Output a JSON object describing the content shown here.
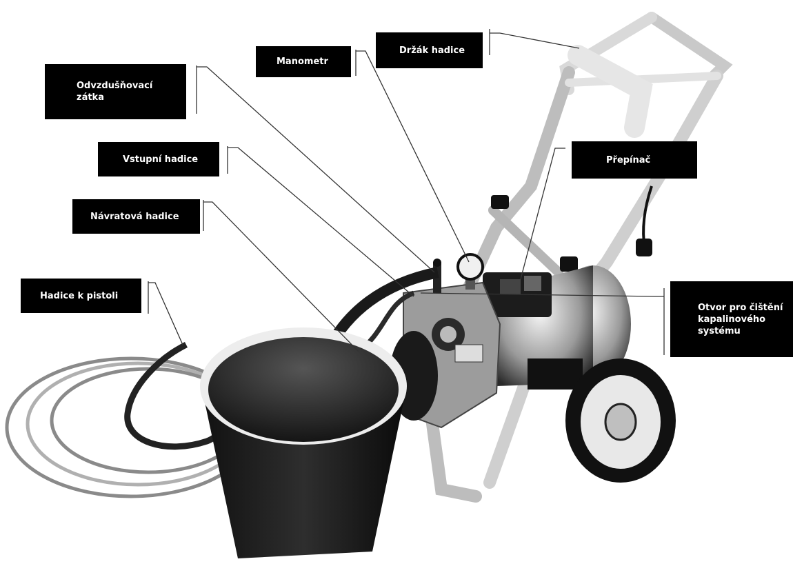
{
  "labels": {
    "odvzdusnovaci_zatka": "Odvzdušňovací\nzátka",
    "manometr": "Manometr",
    "drzak_hadice": "Držák hadice",
    "vstupni_hadice": "Vstupní hadice",
    "prepinac": "Přepínač",
    "navratova_hadice": "Návratová hadice",
    "hadice_k_pistoli": "Hadice k pistoli",
    "otvor_pro_cisteni": "Otvor pro čištění\nkapalinového\nsystému"
  }
}
